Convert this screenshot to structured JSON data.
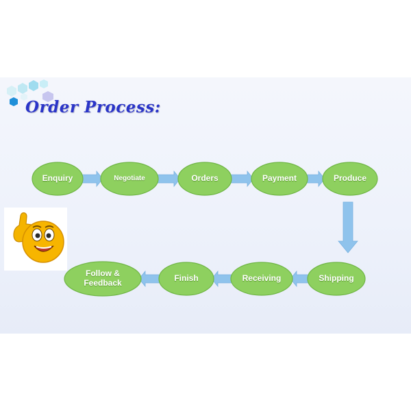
{
  "slide": {
    "title": "Order Process:"
  },
  "steps": [
    {
      "label": "Enquiry",
      "icon": "ellipse"
    },
    {
      "label": "Negotiate",
      "icon": "ellipse"
    },
    {
      "label": "Orders",
      "icon": "ellipse"
    },
    {
      "label": "Payment",
      "icon": "ellipse"
    },
    {
      "label": "Produce",
      "icon": "ellipse"
    },
    {
      "label": "Shipping",
      "icon": "ellipse"
    },
    {
      "label": "Receiving",
      "icon": "ellipse"
    },
    {
      "label": "Finish",
      "icon": "ellipse"
    },
    {
      "label": "Follow &\nFeedback",
      "icon": "ellipse"
    }
  ],
  "colors": {
    "node_fill": "#8ed05f",
    "node_border": "#6fb545",
    "arrow": "#8fc3ec",
    "title": "#2a34c8"
  },
  "decorations": {
    "corner": "hexagon-cluster-icon",
    "mascot": "thumbs-up-smiley-icon"
  }
}
